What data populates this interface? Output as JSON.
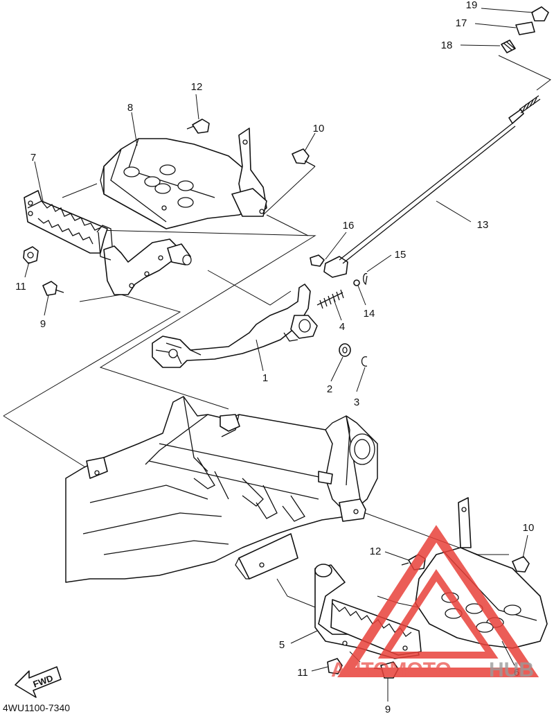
{
  "diagram_code": "4WU1100-7340",
  "fwd_label": "FWD",
  "watermark": {
    "text_red": "AUTOMOTO",
    "text_gray": "HUB",
    "color_red": "#e8413a",
    "color_gray": "#8a8a8a"
  },
  "callouts": {
    "c1": "1",
    "c2": "2",
    "c3": "3",
    "c4": "4",
    "c5": "5",
    "c6": "6",
    "c7": "7",
    "c8": "8",
    "c9a": "9",
    "c9b": "9",
    "c10a": "10",
    "c10b": "10",
    "c11a": "11",
    "c11b": "11",
    "c12a": "12",
    "c12b": "12",
    "c13": "13",
    "c14": "14",
    "c15": "15",
    "c16": "16",
    "c17": "17",
    "c18": "18",
    "c19": "19"
  }
}
